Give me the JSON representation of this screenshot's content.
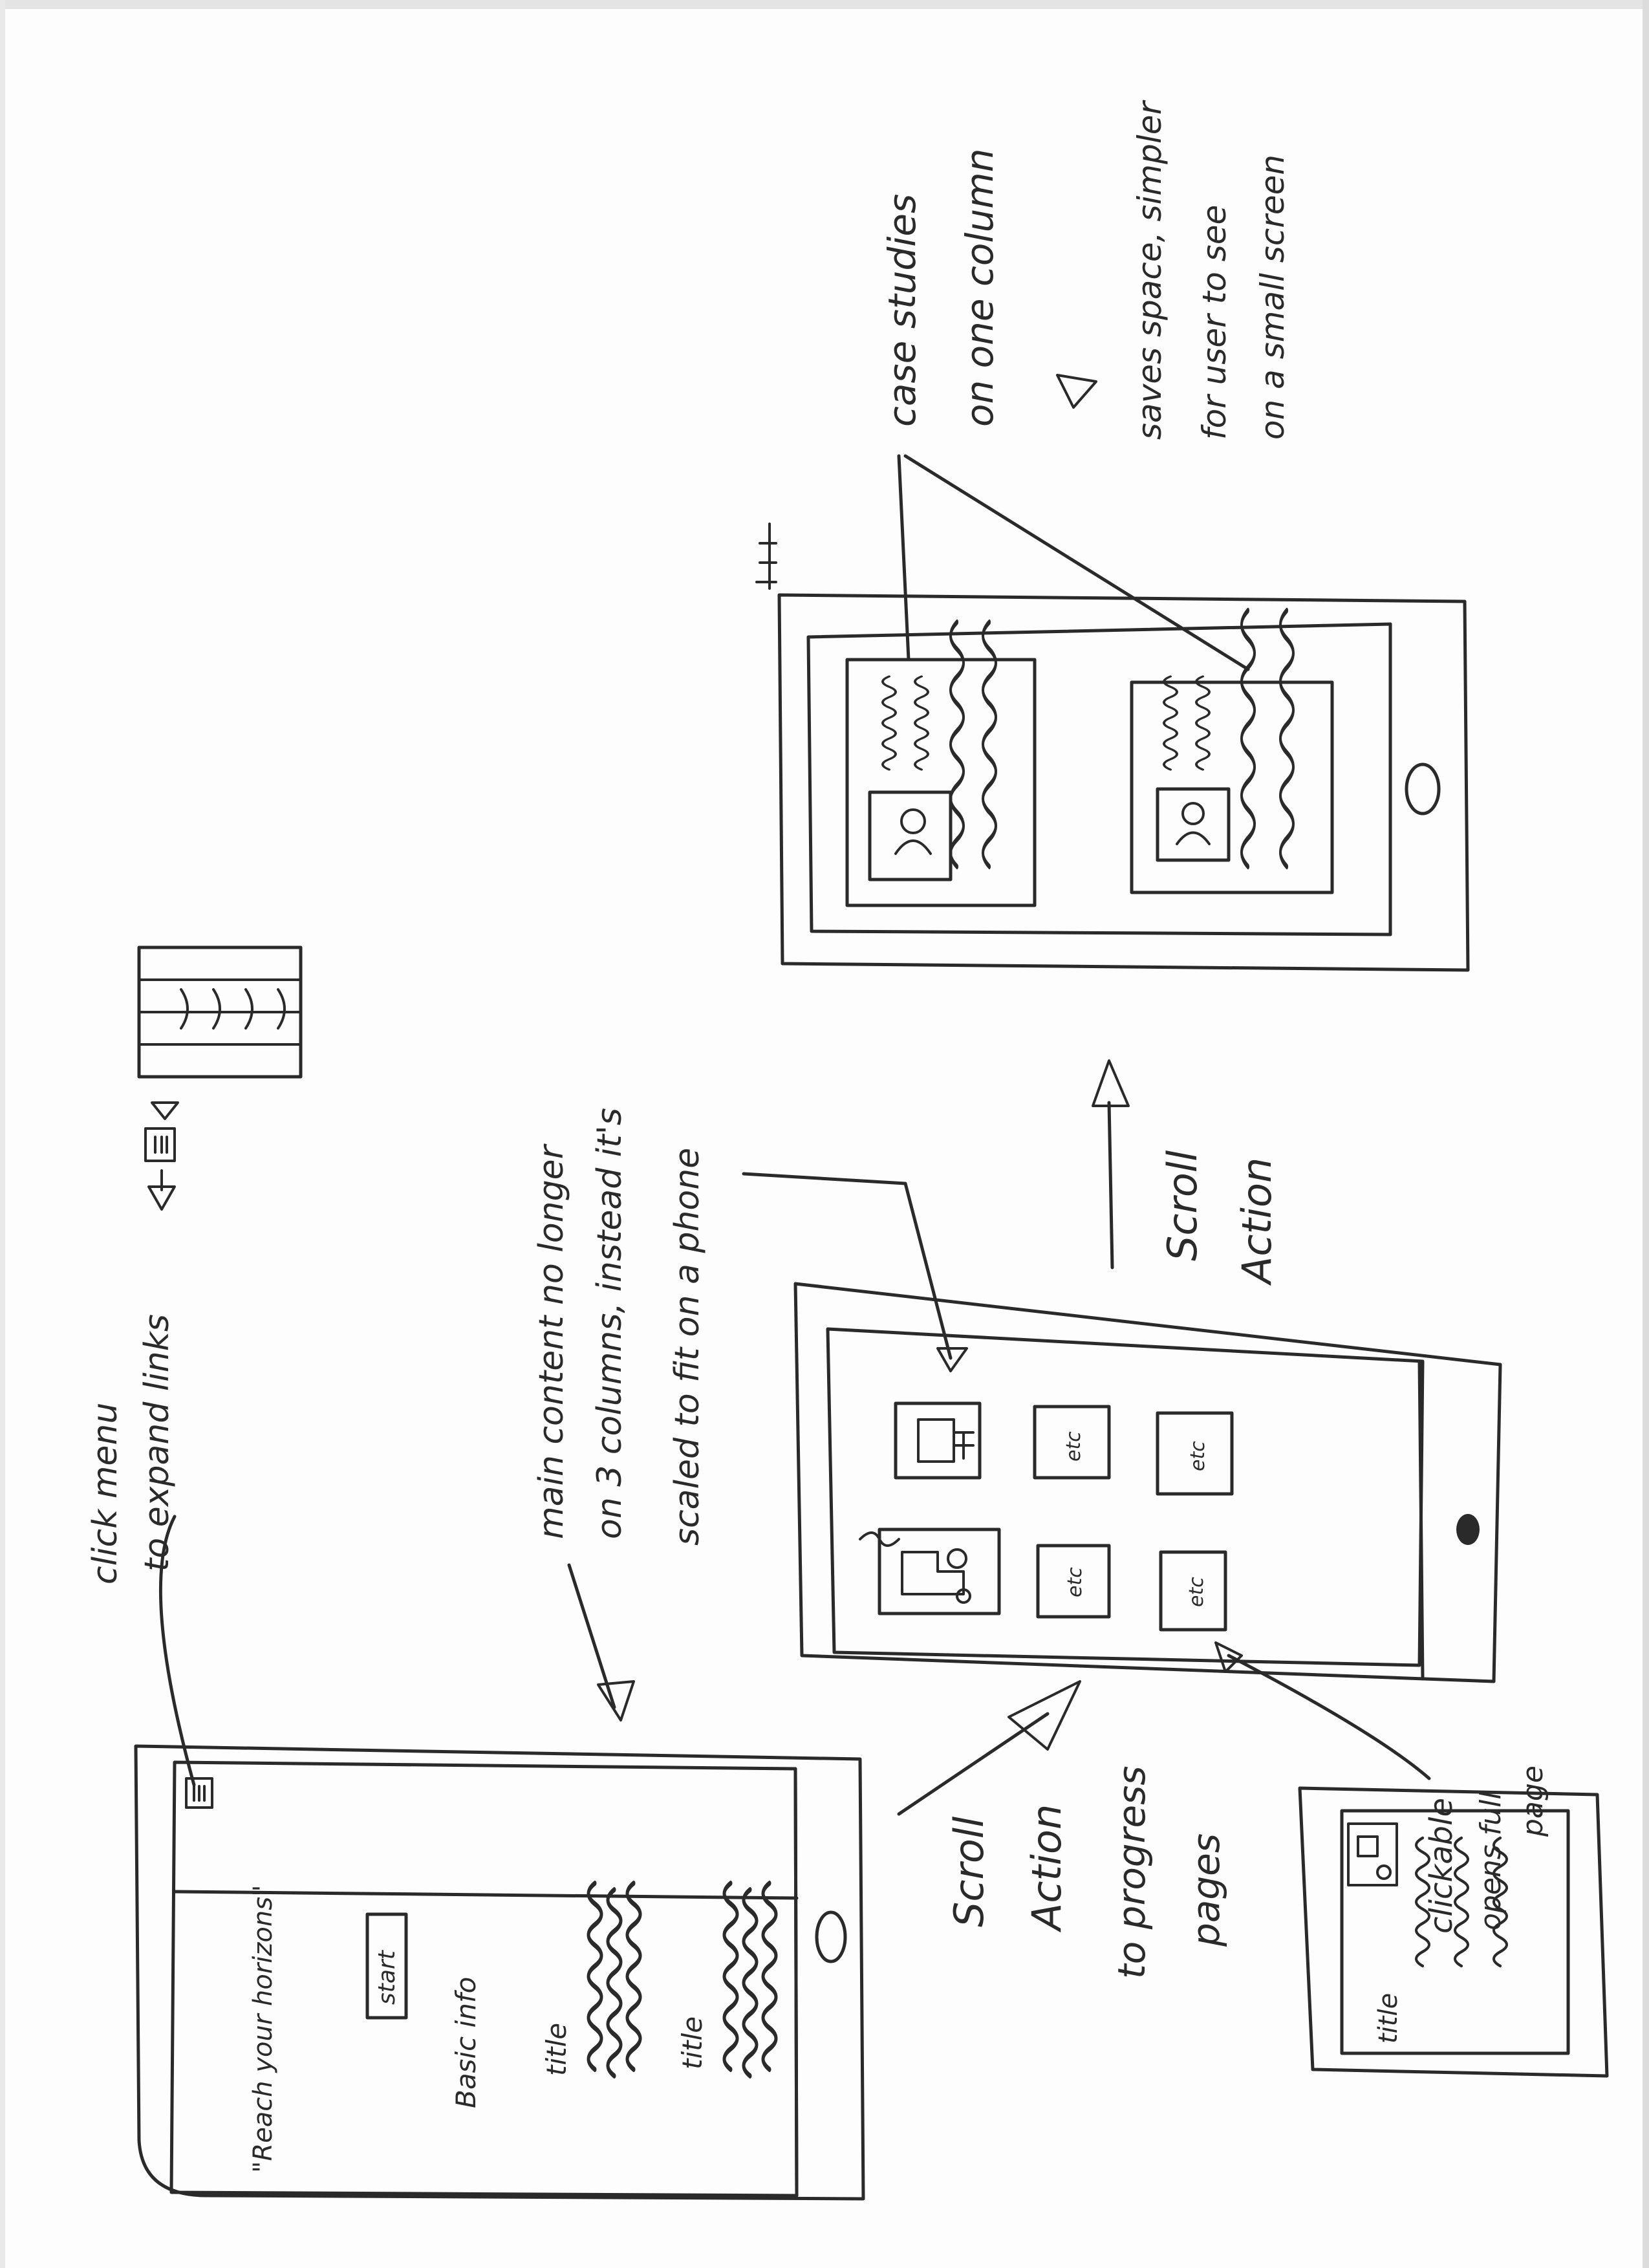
{
  "phone_home": {
    "tagline": "\"Reach your horizons\"",
    "start_button": "start",
    "basic_info": "Basic info",
    "title_1": "title",
    "title_2": "title"
  },
  "phone_grid": {
    "tiles": [
      "etc",
      "etc",
      "etc",
      "etc"
    ]
  },
  "detail_page": {
    "title": "title"
  },
  "annotations": {
    "menu_note_line1": "click menu",
    "menu_note_line2": "to expand links",
    "columns_note_line1": "main content no longer",
    "columns_note_line2": "on 3 columns, instead it's",
    "columns_note_line3": "scaled to fit on a phone",
    "scroll_left_line1": "Scroll",
    "scroll_left_line2": "Action",
    "scroll_left_line3": "to progress",
    "scroll_left_line4": "pages",
    "scroll_right_line1": "Scroll",
    "scroll_right_line2": "Action",
    "clickable_line1": "clickable",
    "clickable_line2": "opens full",
    "clickable_line3": "page",
    "case_note_line1": "case studies",
    "case_note_line2": "on one column",
    "case_note_line3": "saves space, simpler",
    "case_note_line4": "for user to see",
    "case_note_line5": "on a small screen"
  }
}
